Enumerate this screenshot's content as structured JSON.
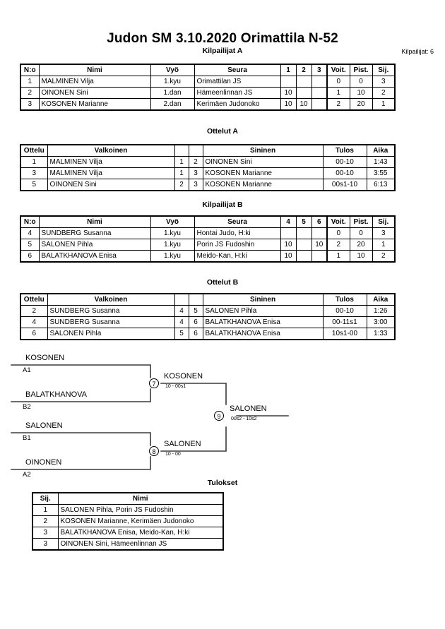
{
  "header": {
    "title": "Judon SM  3.10.2020  Orimattila   N-52",
    "entrants_label": "Kilpailijat: 6"
  },
  "pool_a": {
    "caption": "Kilpailijat A",
    "columns": [
      "N:o",
      "Nimi",
      "Vyö",
      "Seura",
      "1",
      "2",
      "3",
      "Voit.",
      "Pist.",
      "Sij."
    ],
    "rows": [
      {
        "no": "1",
        "name": "MALMINEN Vilja",
        "belt": "1.kyu",
        "club": "Orimattilan JS",
        "m1": "",
        "m2": "",
        "m3": "",
        "wins": "0",
        "points": "0",
        "rank": "3"
      },
      {
        "no": "2",
        "name": "OINONEN Sini",
        "belt": "1.dan",
        "club": "Hämeenlinnan JS",
        "m1": "10",
        "m2": "",
        "m3": "",
        "wins": "1",
        "points": "10",
        "rank": "2"
      },
      {
        "no": "3",
        "name": "KOSONEN Marianne",
        "belt": "2.dan",
        "club": "Kerimäen Judonoko",
        "m1": "10",
        "m2": "10",
        "m3": "",
        "wins": "2",
        "points": "20",
        "rank": "1"
      }
    ]
  },
  "matches_a": {
    "caption": "Ottelut A",
    "columns": [
      "Ottelu",
      "Valkoinen",
      "",
      "",
      "Sininen",
      "Tulos",
      "Aika"
    ],
    "rows": [
      {
        "no": "1",
        "white": "MALMINEN Vilja",
        "wnum": "1",
        "bnum": "2",
        "blue": "OINONEN Sini",
        "result": "00-10",
        "time": "1:43"
      },
      {
        "no": "3",
        "white": "MALMINEN Vilja",
        "wnum": "1",
        "bnum": "3",
        "blue": "KOSONEN Marianne",
        "result": "00-10",
        "time": "3:55"
      },
      {
        "no": "5",
        "white": "OINONEN Sini",
        "wnum": "2",
        "bnum": "3",
        "blue": "KOSONEN Marianne",
        "result": "00s1-10",
        "time": "6:13"
      }
    ]
  },
  "pool_b": {
    "caption": "Kilpailijat B",
    "columns": [
      "N:o",
      "Nimi",
      "Vyö",
      "Seura",
      "4",
      "5",
      "6",
      "Voit.",
      "Pist.",
      "Sij."
    ],
    "rows": [
      {
        "no": "4",
        "name": "SUNDBERG Susanna",
        "belt": "1.kyu",
        "club": "Hontai Judo, H:ki",
        "m1": "",
        "m2": "",
        "m3": "",
        "wins": "0",
        "points": "0",
        "rank": "3"
      },
      {
        "no": "5",
        "name": "SALONEN Pihla",
        "belt": "1.kyu",
        "club": "Porin JS Fudoshin",
        "m1": "10",
        "m2": "",
        "m3": "10",
        "wins": "2",
        "points": "20",
        "rank": "1"
      },
      {
        "no": "6",
        "name": "BALATKHANOVA Enisa",
        "belt": "1.kyu",
        "club": "Meido-Kan, H:ki",
        "m1": "10",
        "m2": "",
        "m3": "",
        "wins": "1",
        "points": "10",
        "rank": "2"
      }
    ]
  },
  "matches_b": {
    "caption": "Ottelut B",
    "columns": [
      "Ottelu",
      "Valkoinen",
      "",
      "",
      "Sininen",
      "Tulos",
      "Aika"
    ],
    "rows": [
      {
        "no": "2",
        "white": "SUNDBERG Susanna",
        "wnum": "4",
        "bnum": "5",
        "blue": "SALONEN Pihla",
        "result": "00-10",
        "time": "1:26"
      },
      {
        "no": "4",
        "white": "SUNDBERG Susanna",
        "wnum": "4",
        "bnum": "6",
        "blue": "BALATKHANOVA Enisa",
        "result": "00-11s1",
        "time": "3:00"
      },
      {
        "no": "6",
        "white": "SALONEN Pihla",
        "wnum": "5",
        "bnum": "6",
        "blue": "BALATKHANOVA Enisa",
        "result": "10s1-00",
        "time": "1:33"
      }
    ]
  },
  "bracket": {
    "entries": [
      {
        "name": "KOSONEN",
        "seed": "A1"
      },
      {
        "name": "BALATKHANOVA",
        "seed": "B2"
      },
      {
        "name": "SALONEN",
        "seed": "B1"
      },
      {
        "name": "OINONEN",
        "seed": "A2"
      }
    ],
    "semifinal_top": {
      "number": "7",
      "winner": "KOSONEN",
      "score": "10 - 00s1"
    },
    "semifinal_bottom": {
      "number": "8",
      "winner": "SALONEN",
      "score": "10 - 00"
    },
    "final": {
      "number": "9",
      "winner": "SALONEN",
      "score": "00s2 - 10s2"
    }
  },
  "results": {
    "caption": "Tulokset",
    "columns": [
      "Sij.",
      "Nimi"
    ],
    "rows": [
      {
        "rank": "1",
        "name": "SALONEN Pihla, Porin JS Fudoshin"
      },
      {
        "rank": "2",
        "name": "KOSONEN Marianne, Kerimäen Judonoko"
      },
      {
        "rank": "3",
        "name": "BALATKHANOVA Enisa, Meido-Kan, H:ki"
      },
      {
        "rank": "3",
        "name": "OINONEN Sini, Hämeenlinnan JS"
      }
    ]
  }
}
